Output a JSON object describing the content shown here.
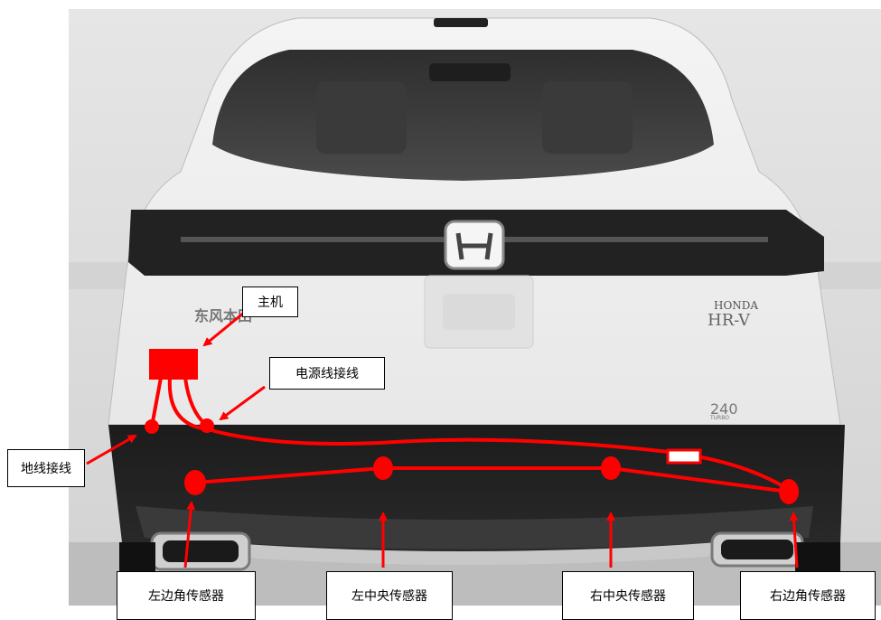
{
  "diagram": {
    "labels": {
      "host": "主机",
      "power_wire": "电源线接线",
      "ground_wire": "地线接线",
      "left_corner_sensor": "左边角传感器",
      "left_center_sensor": "左中央传感器",
      "right_center_sensor": "右中央传感器",
      "right_corner_sensor": "右边角传感器"
    },
    "car_badges": {
      "brand": "HONDA",
      "model": "HR-V",
      "dealer": "东风本田",
      "engine": "240",
      "turbo": "TURBO"
    },
    "colors": {
      "wiring": "#ff0000",
      "label_border": "#000000",
      "background": "#ffffff"
    }
  }
}
